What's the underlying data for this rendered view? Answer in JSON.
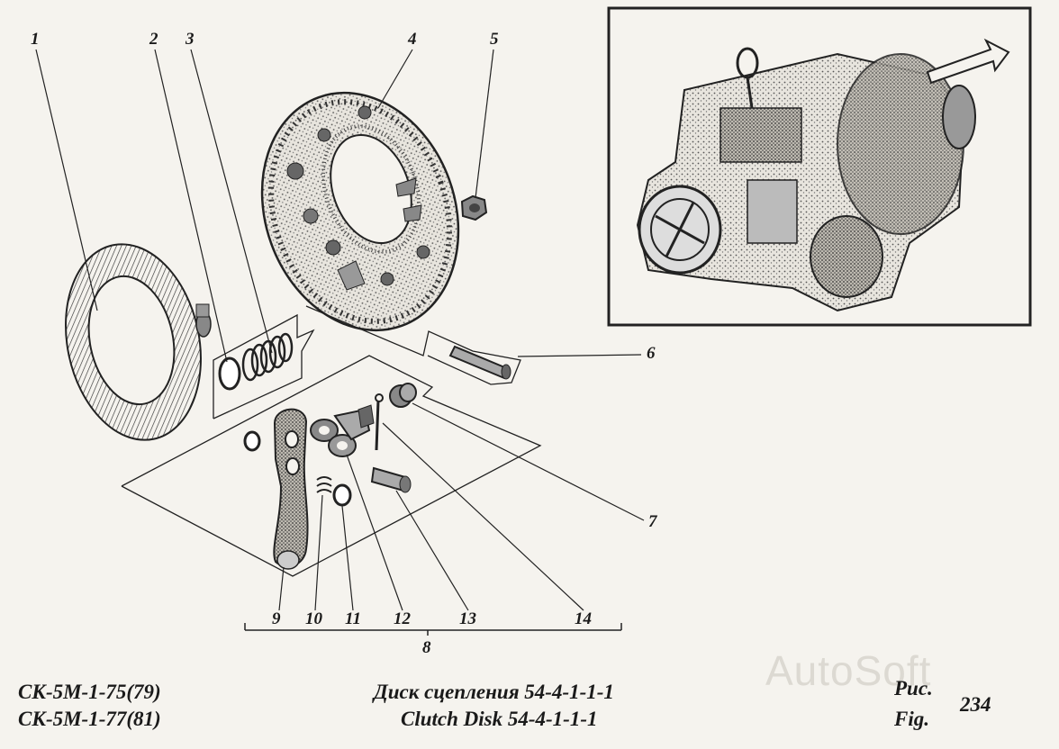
{
  "callouts": {
    "c1": "1",
    "c2": "2",
    "c3": "3",
    "c4": "4",
    "c5": "5",
    "c6": "6",
    "c7": "7",
    "c8": "8",
    "c9": "9",
    "c10": "10",
    "c11": "11",
    "c12": "12",
    "c13": "13",
    "c14": "14"
  },
  "caption": {
    "model_line1": "СК-5М-1-75(79)",
    "model_line2": "СК-5М-1-77(81)",
    "title_ru": "Диск сцепления 54-4-1-1-1",
    "title_en": "Clutch Disk 54-4-1-1-1",
    "fig_ru": "Рис.",
    "fig_en": "Fig.",
    "fig_number": "234"
  },
  "watermark": "AutoSoft"
}
